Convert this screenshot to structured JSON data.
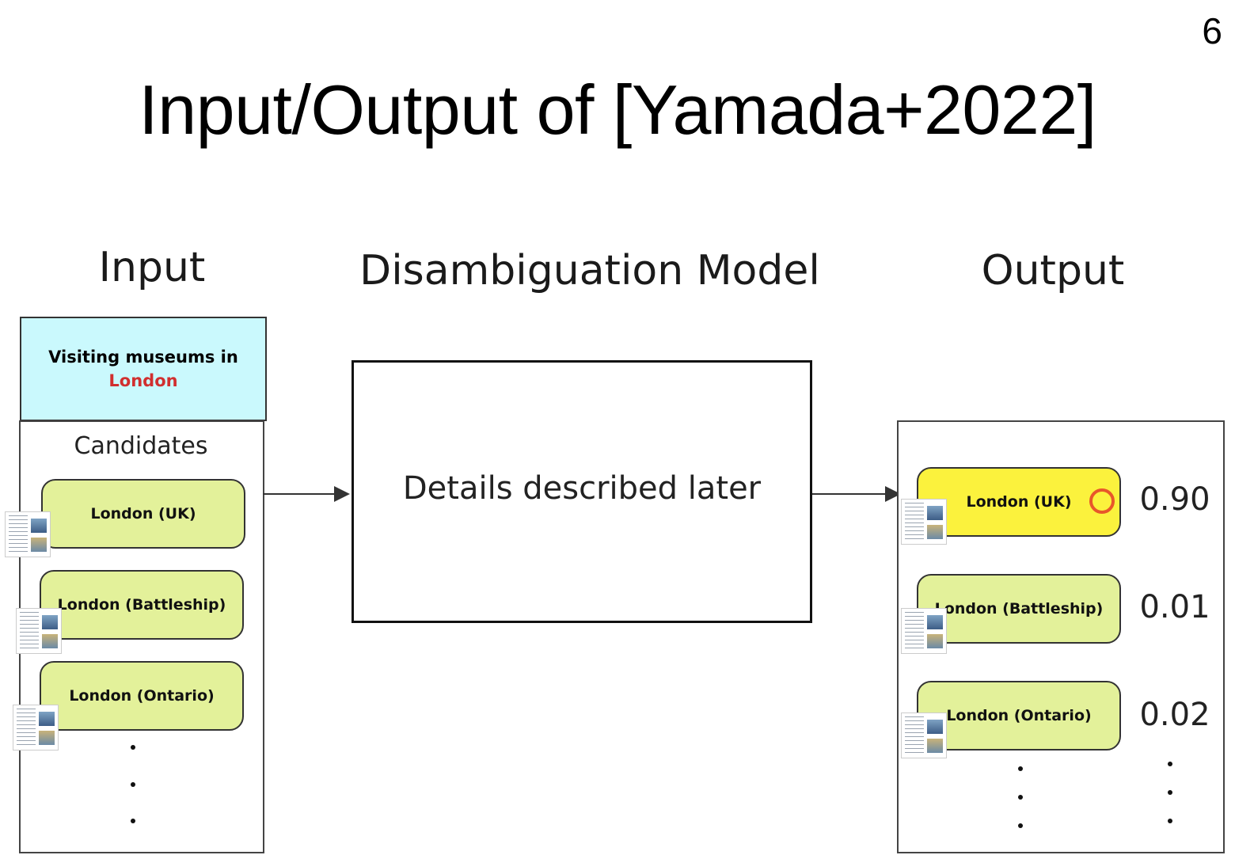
{
  "page_number": "6",
  "title": "Input/Output of [Yamada+2022]",
  "headings": {
    "input": "Input",
    "model": "Disambiguation Model",
    "output": "Output"
  },
  "query": {
    "text": "Visiting museums in",
    "mention": "London"
  },
  "candidates_label": "Candidates",
  "model_box_text": "Details described later",
  "input_candidates": [
    {
      "label": "London (UK)"
    },
    {
      "label": "London (Battleship)"
    },
    {
      "label": "London (Ontario)"
    }
  ],
  "output_candidates": [
    {
      "label": "London (UK)",
      "score": "0.90",
      "selected": true
    },
    {
      "label": "London (Battleship)",
      "score": "0.01",
      "selected": false
    },
    {
      "label": "London (Ontario)",
      "score": "0.02",
      "selected": false
    }
  ],
  "colors": {
    "query_bg": "#caf9fd",
    "mention": "#d12f2f",
    "candidate_bg": "#e3f19a",
    "selected_bg": "#fbf23d",
    "selected_mark": "#e8572a"
  }
}
